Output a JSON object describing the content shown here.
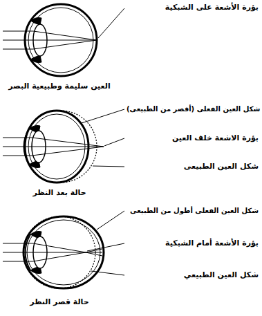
{
  "diagram": {
    "labels": [
      "بؤرة الأشعة على الشبكية",
      "العين سليمة وطبيعية البصر",
      "شكل العين الفعلى (أقصر من الطبيعى)",
      "بؤرة الاشعة خلف العين",
      "شكل العين الطبيعى",
      "حالة بعد النظر",
      "شكل العين الفعلى أطول من الطبيعى",
      "بؤرة الأشعة أمام الشبكية",
      "شكل العين الطبيعي",
      "حالة قصر النظر"
    ]
  }
}
